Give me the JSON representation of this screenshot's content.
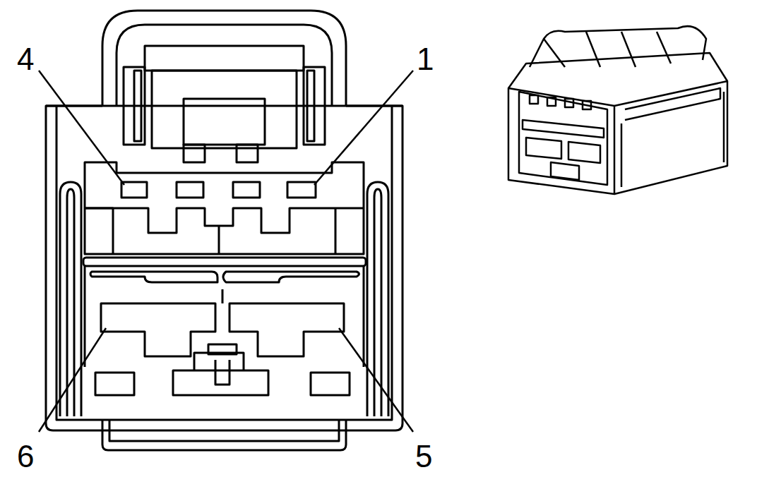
{
  "diagram": {
    "labels": [
      "4",
      "1",
      "6",
      "5"
    ]
  }
}
